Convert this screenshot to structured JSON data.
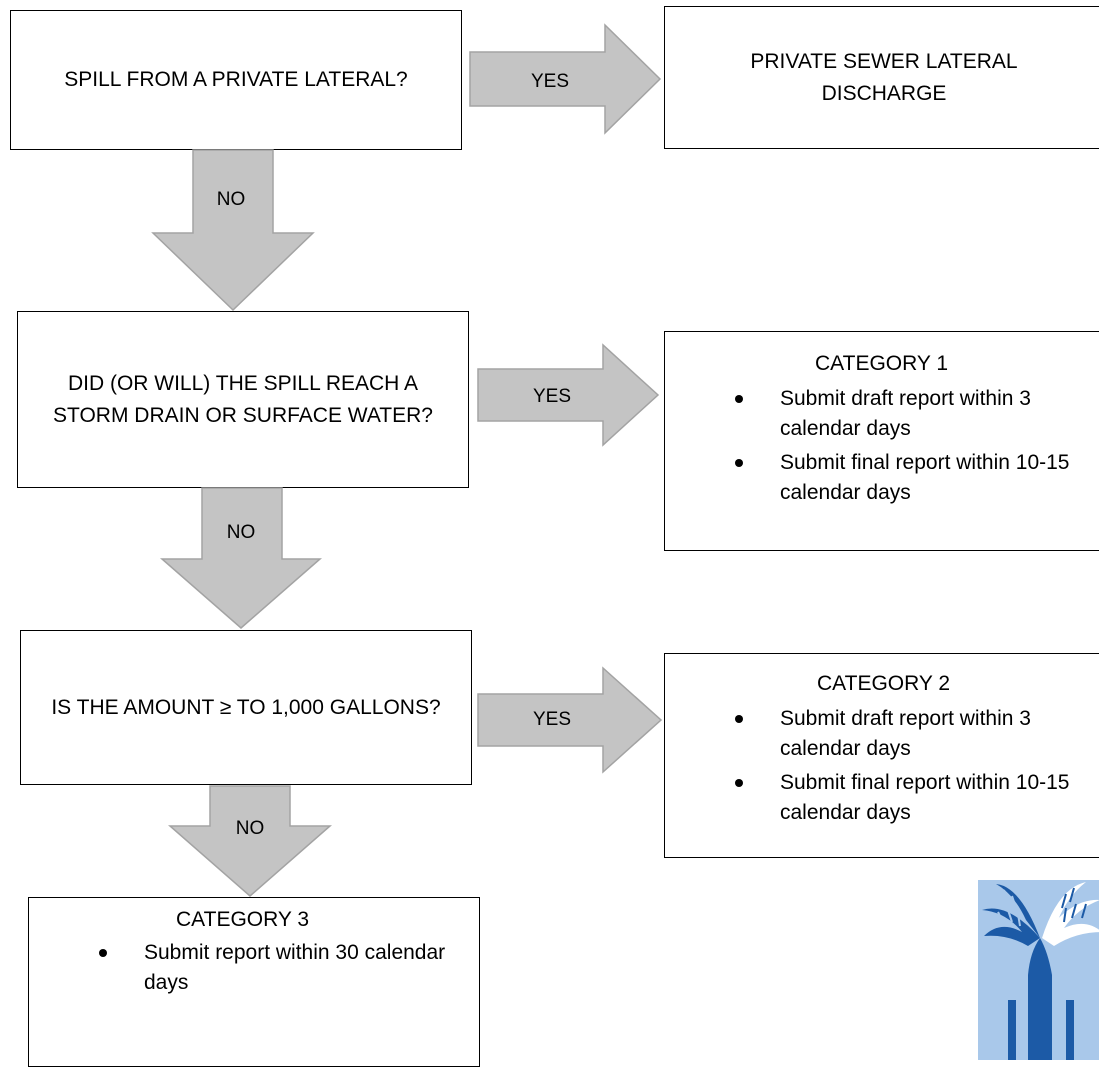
{
  "colors": {
    "arrow_fill": "#c4c4c4",
    "arrow_stroke": "#a3a3a3",
    "border": "#000000",
    "logo_blue": "#1c5aa6",
    "logo_light": "#a9c8ea"
  },
  "icons": {
    "logo": "palm-tree-logo-icon"
  },
  "nodes": {
    "q1": {
      "text": "SPILL FROM A PRIVATE LATERAL?"
    },
    "r1": {
      "text": "PRIVATE SEWER LATERAL DISCHARGE"
    },
    "q2": {
      "text": "DID (OR WILL) THE SPILL REACH A STORM DRAIN OR SURFACE WATER?"
    },
    "cat1": {
      "title": "CATEGORY 1",
      "bullets": [
        "Submit draft report within 3 calendar days",
        "Submit final report within 10-15 calendar days"
      ]
    },
    "q3": {
      "text": "IS THE AMOUNT ≥ TO 1,000 GALLONS?"
    },
    "cat2": {
      "title": "CATEGORY 2",
      "bullets": [
        "Submit draft report within 3 calendar days",
        "Submit final report within 10-15 calendar days"
      ]
    },
    "cat3": {
      "title": "CATEGORY 3",
      "bullets": [
        "Submit report within 30 calendar days"
      ]
    }
  },
  "edges": {
    "q1_yes": "YES",
    "q1_no": "NO",
    "q2_yes": "YES",
    "q2_no": "NO",
    "q3_yes": "YES",
    "q3_no": "NO"
  }
}
